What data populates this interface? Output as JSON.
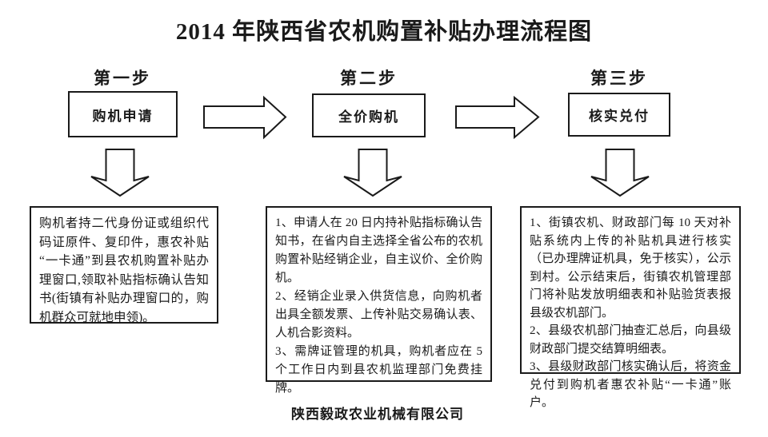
{
  "page": {
    "title": "2014 年陕西省农机购置补贴办理流程图",
    "footer": "陕西毅政农业机械有限公司"
  },
  "steps": [
    {
      "label": "第一步",
      "box_label": "购机申请",
      "detail": "购机者持二代身份证或组织代码证原件、复印件，惠农补贴“一卡通”到县农机购置补贴办理窗口,领取补贴指标确认告知书(街镇有补贴办理窗口的，购机群众可就地申领)。"
    },
    {
      "label": "第二步",
      "box_label": "全价购机",
      "detail": "1、申请人在 20 日内持补贴指标确认告知书，在省内自主选择全省公布的农机购置补贴经销企业，自主议价、全价购机。\n2、经销企业录入供货信息，向购机者出具全额发票、上传补贴交易确认表、人机合影资料。\n3、需牌证管理的机具，购机者应在 5 个工作日内到县农机监理部门免费挂牌。"
    },
    {
      "label": "第三步",
      "box_label": "核实兑付",
      "detail": "1、街镇农机、财政部门每 10 天对补贴系统内上传的补贴机具进行核实（已办理牌证机具，免于核实），公示到村。公示结束后，街镇农机管理部门将补贴发放明细表和补贴验货表报县级农机部门。\n2、县级农机部门抽查汇总后，向县级财政部门提交结算明细表。\n3、县级财政部门核实确认后，将资金兑付到购机者惠农补贴“一卡通”账户。"
    }
  ],
  "icons": {
    "right_arrow": "arrow-right-icon",
    "down_arrow": "arrow-down-icon"
  },
  "colors": {
    "ink": "#1a1a1a",
    "background": "#ffffff"
  }
}
